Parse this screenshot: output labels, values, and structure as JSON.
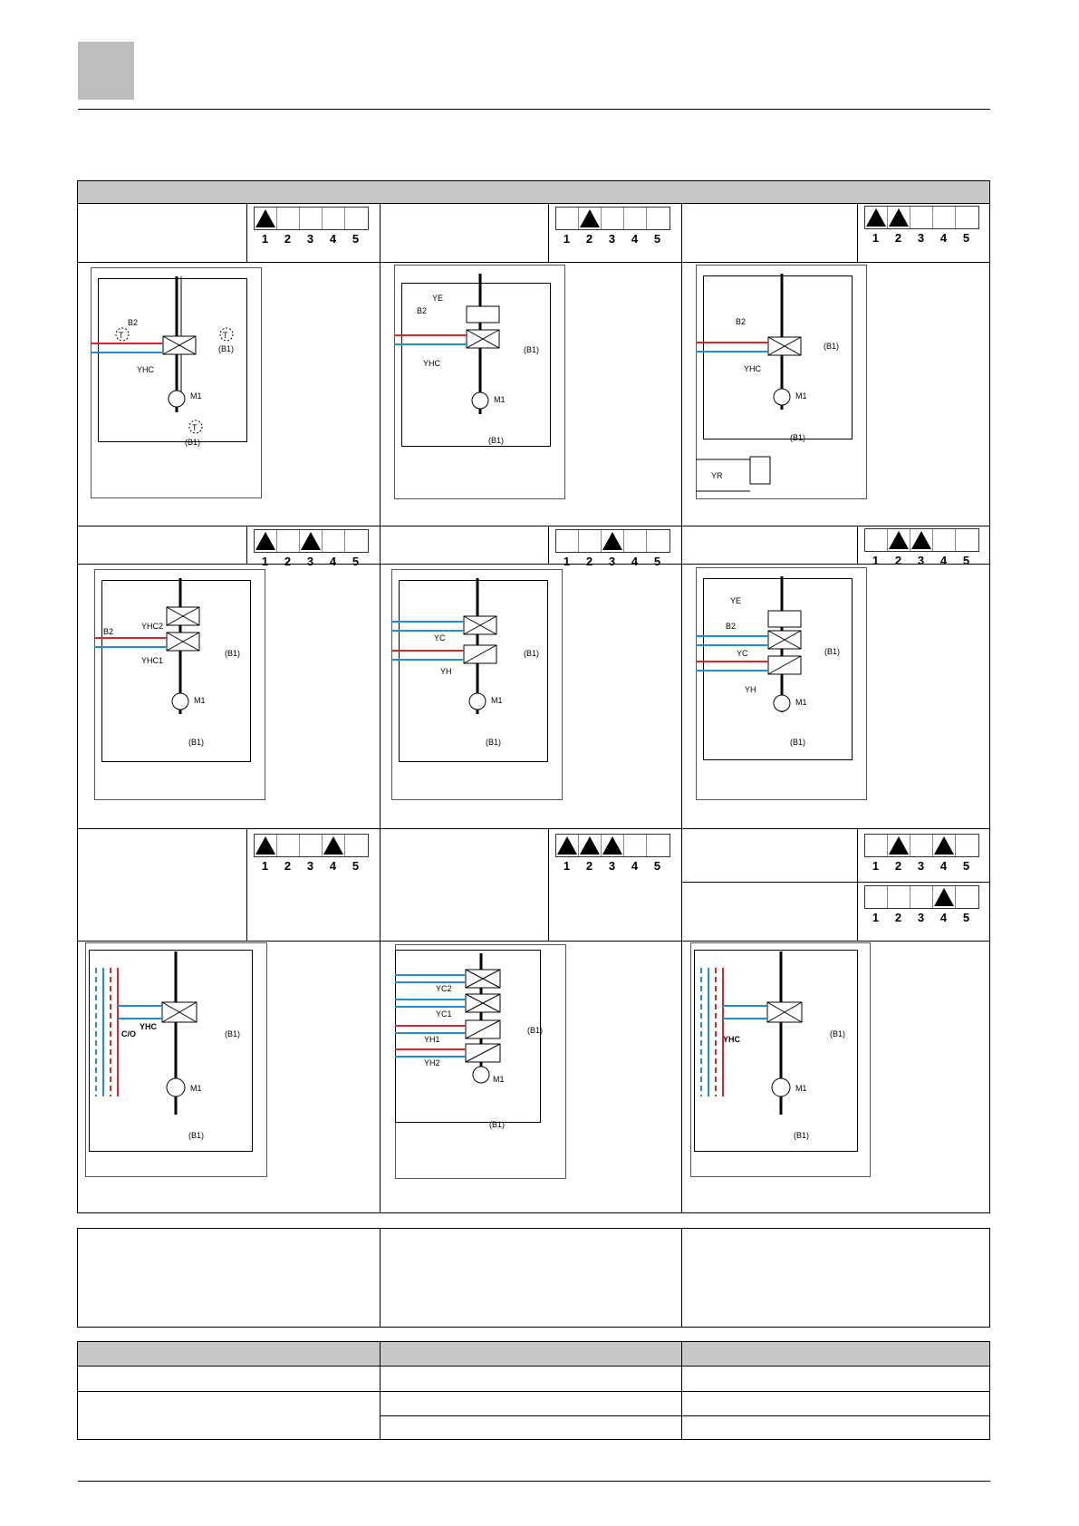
{
  "page": {
    "logo_block": "grey-block"
  },
  "modes": [
    {
      "id": "a",
      "on": [
        1
      ]
    },
    {
      "id": "b",
      "on": [
        2
      ]
    },
    {
      "id": "c",
      "on": [
        1,
        2
      ]
    },
    {
      "id": "d",
      "on": [
        1,
        3
      ]
    },
    {
      "id": "e",
      "on": [
        3
      ]
    },
    {
      "id": "f",
      "on": [
        2,
        3
      ]
    },
    {
      "id": "g",
      "on": [
        1,
        4
      ]
    },
    {
      "id": "h",
      "on": [
        1,
        2,
        3
      ]
    },
    {
      "id": "i1",
      "on": [
        2,
        4
      ]
    },
    {
      "id": "i2",
      "on": [
        4
      ]
    }
  ],
  "mode_numbers": [
    "1",
    "2",
    "3",
    "4",
    "5"
  ],
  "diagram_labels": {
    "B2": "B2",
    "T": "T",
    "B1": "(B1)",
    "M1": "M1",
    "YHC": "YHC",
    "YE": "YE",
    "YR": "YR",
    "YHC1": "YHC1",
    "YHC2": "YHC2",
    "YC": "YC",
    "YH": "YH",
    "YC1": "YC1",
    "YC2": "YC2",
    "YH1": "YH1",
    "YH2": "YH2",
    "CO": "C/O"
  },
  "colors": {
    "hot": "#e0242b",
    "cold": "#1f8fd0",
    "header_grey": "#c8c8c8",
    "logo_grey": "#bdbdbd"
  }
}
